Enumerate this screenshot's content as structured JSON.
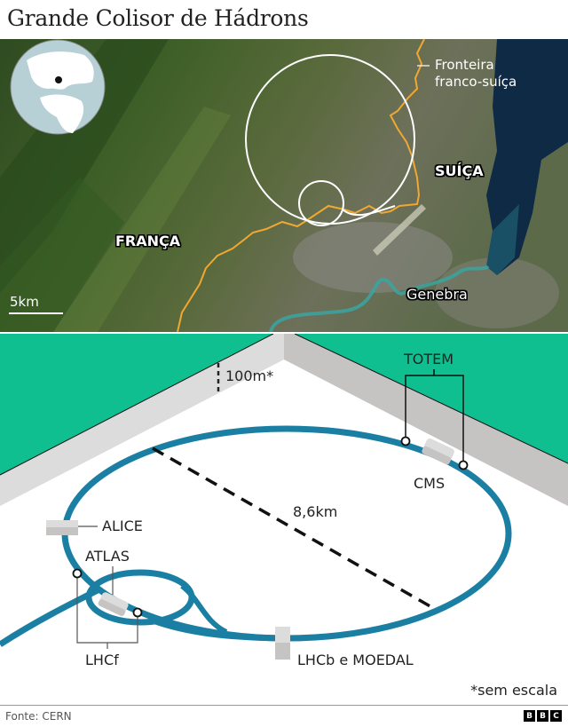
{
  "header": {
    "title": "Grande Colisor de Hádrons"
  },
  "map": {
    "labels": {
      "border": "Fronteira franco-suíça",
      "border_line1": "Fronteira",
      "border_line2": "franco-suíça",
      "switzerland": "SUÍÇA",
      "france": "FRANÇA",
      "city": "Genebra",
      "scale": "5km"
    },
    "colors": {
      "border": "#f0a830",
      "ring": "#ffffff",
      "river": "#3aa5a0",
      "lake": "#0e2a45",
      "terrain": "#3d5a2a"
    },
    "icons": {
      "globe": "globe-locator-icon"
    }
  },
  "diagram": {
    "depth_label": "100m*",
    "diameter_label": "8,6km",
    "experiments": {
      "totem": "TOTEM",
      "cms": "CMS",
      "alice": "ALICE",
      "atlas": "ATLAS",
      "lhcf": "LHCf",
      "lhcb": "LHCb e MOEDAL"
    },
    "colors": {
      "surface": "#0fbf8f",
      "ring": "#1a7fa3",
      "ground": "#ffffff",
      "wall_light": "#dcdcdc",
      "wall_dark": "#c6c3c3"
    }
  },
  "footer": {
    "note": "*sem escala",
    "source": "Fonte: CERN",
    "logo": [
      "B",
      "B",
      "C"
    ]
  }
}
